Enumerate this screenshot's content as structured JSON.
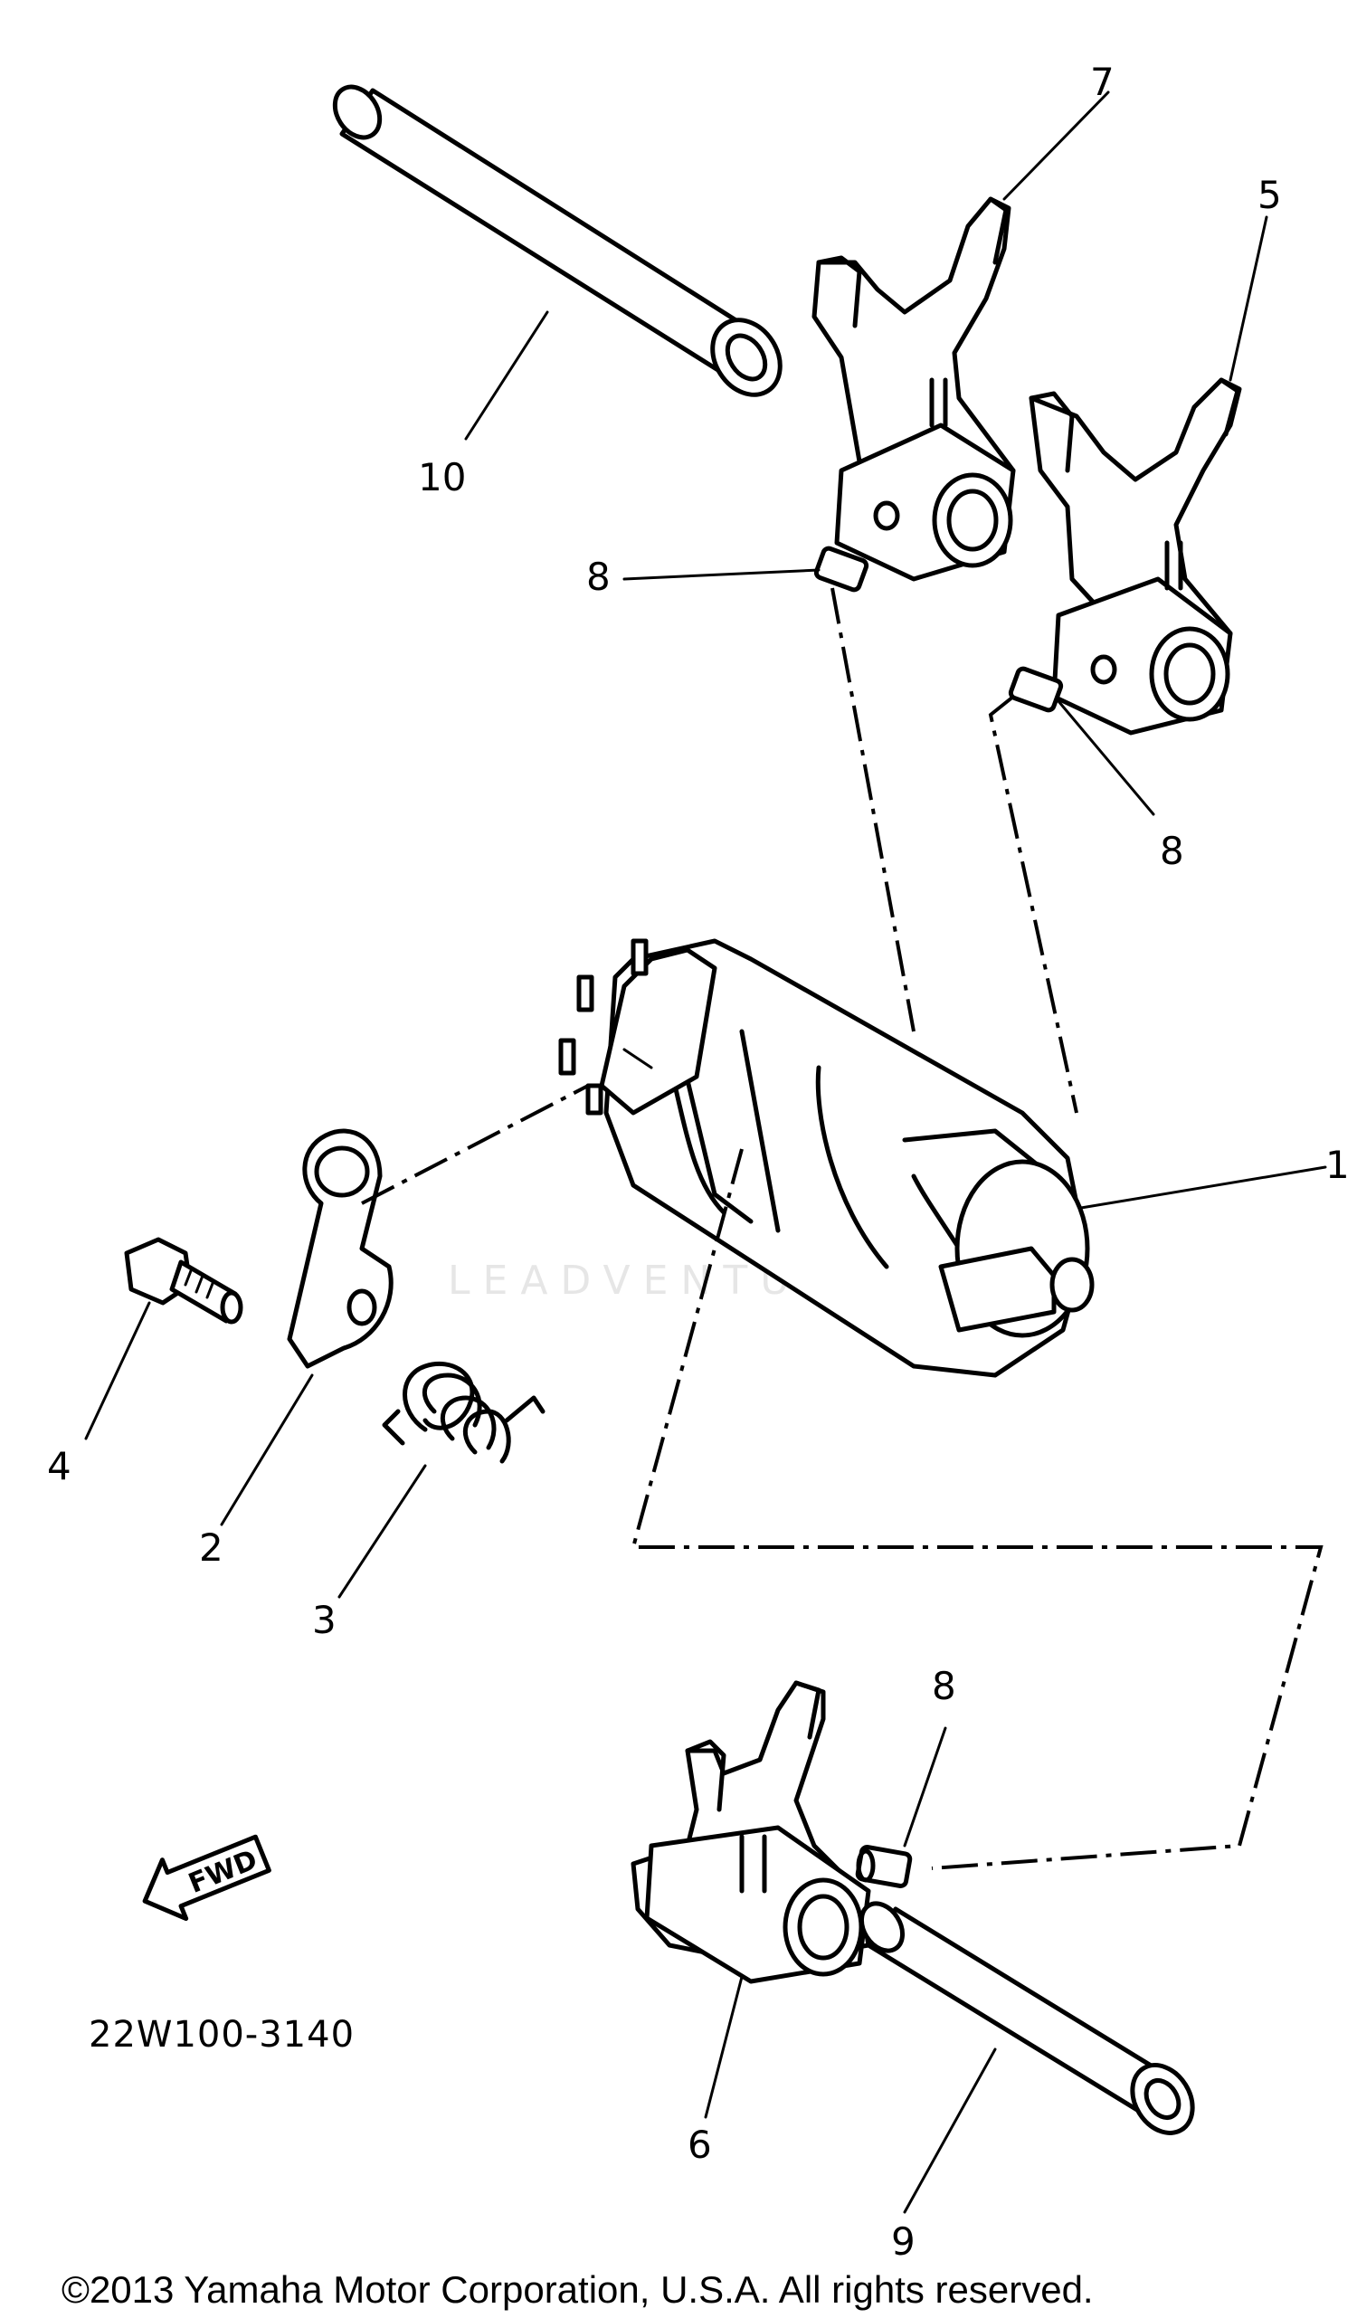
{
  "diagram": {
    "callouts": {
      "c1": "1",
      "c2": "2",
      "c3": "3",
      "c4": "4",
      "c5": "5",
      "c6": "6",
      "c7": "7",
      "c8a": "8",
      "c8b": "8",
      "c8c": "8",
      "c9": "9",
      "c10": "10"
    },
    "part_code": "22W100-3140",
    "fwd_label": "FWD",
    "watermark": "LEADVENTURE",
    "copyright": "©2013 Yamaha Motor Corporation, U.S.A. All rights reserved."
  }
}
